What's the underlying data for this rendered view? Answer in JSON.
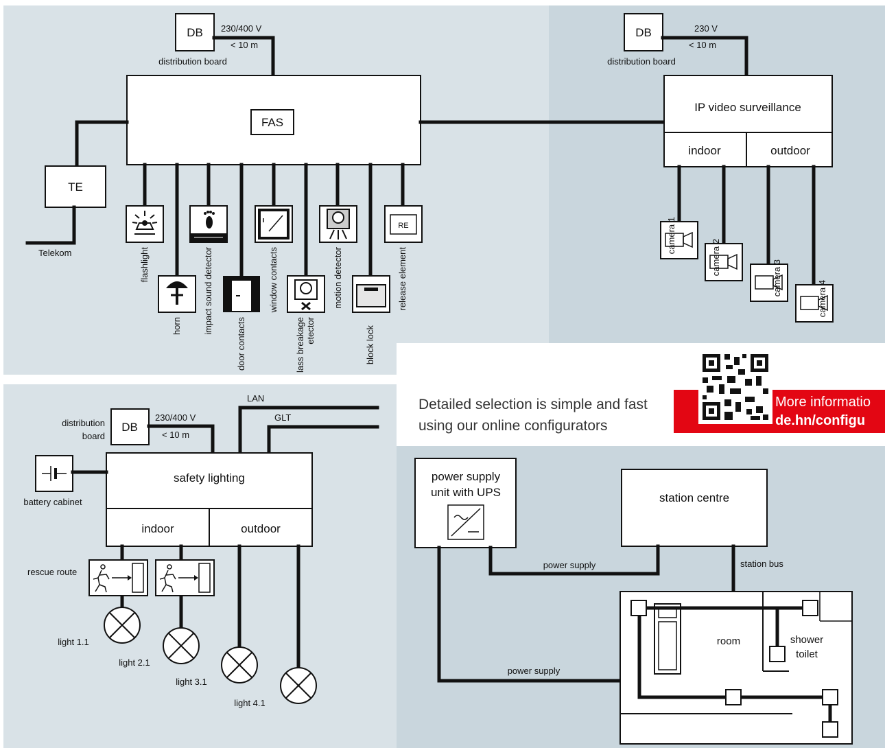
{
  "colors": {
    "panel_light": "#d9e2e7",
    "panel_dark": "#c9d6dd",
    "accent_red": "#e30613",
    "white": "#ffffff",
    "ink": "#111111"
  },
  "fas": {
    "db": "DB",
    "db_caption": "distribution board",
    "voltage": "230/400 V",
    "distance": "< 10 m",
    "center": "FAS",
    "te": "TE",
    "telekom": "Telekom",
    "devices": [
      "flashlight",
      "horn",
      "impact sound detector",
      "door contacts",
      "window contacts",
      "lass breakage",
      "etector",
      "motion detector",
      "block lock",
      "release element"
    ],
    "re_icon": "RE"
  },
  "video": {
    "db": "DB",
    "db_caption": "distribution board",
    "voltage": "230 V",
    "distance": "< 10 m",
    "title": "IP video surveillance",
    "indoor": "indoor",
    "outdoor": "outdoor",
    "cameras": [
      "camera 1",
      "camera 2",
      "camera 3",
      "camera 4"
    ]
  },
  "lighting": {
    "db": "DB",
    "db_caption_1": "distribution",
    "db_caption_2": "board",
    "voltage": "230/400 V",
    "distance": "< 10 m",
    "lan": "LAN",
    "glt": "GLT",
    "title": "safety lighting",
    "indoor": "indoor",
    "outdoor": "outdoor",
    "battery": "battery cabinet",
    "rescue": "rescue route",
    "lights": [
      "light 1.1",
      "light 2.1",
      "light 3.1",
      "light 4.1"
    ]
  },
  "promo": {
    "line1": "Detailed selection is simple and fast",
    "line2": "using our online configurators",
    "more": "More informatio",
    "link": "de.hn/configu"
  },
  "nurse": {
    "psu_1": "power supply",
    "psu_2": "unit with UPS",
    "station": "station centre",
    "power_supply": "power supply",
    "station_bus": "station bus",
    "room": "room",
    "shower": "shower",
    "toilet": "toilet"
  }
}
